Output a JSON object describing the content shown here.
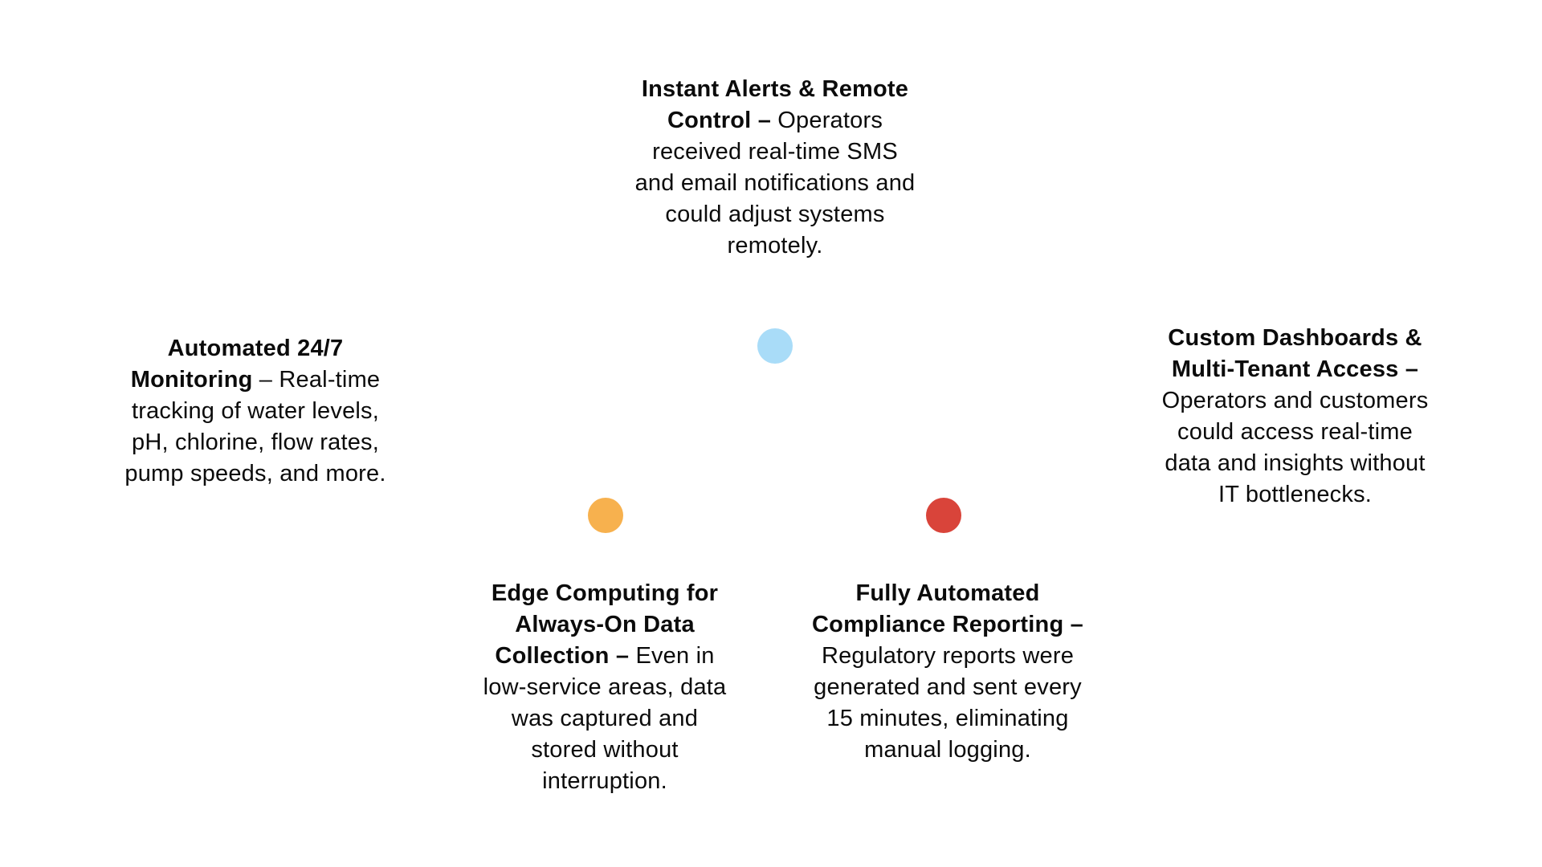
{
  "features": {
    "top": {
      "title": "Instant Alerts & Remote Control –",
      "body": " Operators received real-time SMS and email notifications and could adjust systems remotely."
    },
    "left": {
      "title": "Automated 24/7 Monitoring",
      "body": " – Real-time tracking of water levels, pH, chlorine, flow rates, pump speeds, and more."
    },
    "right": {
      "title": "Custom Dashboards & Multi-Tenant Access –",
      "body": " Operators and customers could access real-time data and insights without IT bottlenecks."
    },
    "bottom_left": {
      "title": "Edge Computing for Always-On Data Collection –",
      "body": " Even in low-service areas, data was captured and stored without interruption."
    },
    "bottom_right": {
      "title": "Fully Automated Compliance Reporting –",
      "body": " Regulatory reports were generated and sent every 15 minutes, eliminating manual logging."
    }
  },
  "colors": {
    "dot_top": "#a9dcf8",
    "dot_left": "#f7b14e",
    "dot_right": "#d9443a"
  }
}
